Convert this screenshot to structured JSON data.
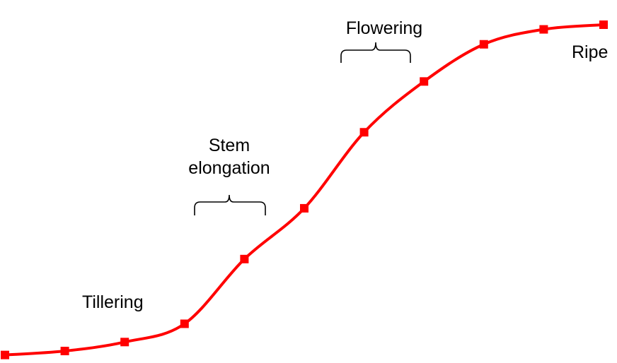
{
  "chart_data": {
    "type": "line",
    "title": "",
    "xlabel": "",
    "ylabel": "",
    "grid": false,
    "legend": "none",
    "series": [
      {
        "color": "#ff0000",
        "marker": "square",
        "smooth": true,
        "points": [
          {
            "x": 0,
            "y": 0.5
          },
          {
            "x": 1,
            "y": 1.7
          },
          {
            "x": 2,
            "y": 4.4
          },
          {
            "x": 3,
            "y": 9.9
          },
          {
            "x": 4,
            "y": 29.4
          },
          {
            "x": 5,
            "y": 44.7
          },
          {
            "x": 6,
            "y": 67.6
          },
          {
            "x": 7,
            "y": 82.9
          },
          {
            "x": 8,
            "y": 94.1
          },
          {
            "x": 9,
            "y": 98.6
          },
          {
            "x": 10,
            "y": 100
          }
        ]
      }
    ],
    "xlim": [
      0,
      10
    ],
    "ylim": [
      0,
      100
    ],
    "annotations": [
      {
        "id": "tillering",
        "text": "Tillering",
        "brace": false
      },
      {
        "id": "stem",
        "lines": [
          "Stem",
          "elongation"
        ],
        "brace": true
      },
      {
        "id": "flowering",
        "text": "Flowering",
        "brace": true
      },
      {
        "id": "ripe",
        "text": "Ripe",
        "brace": false
      }
    ]
  }
}
